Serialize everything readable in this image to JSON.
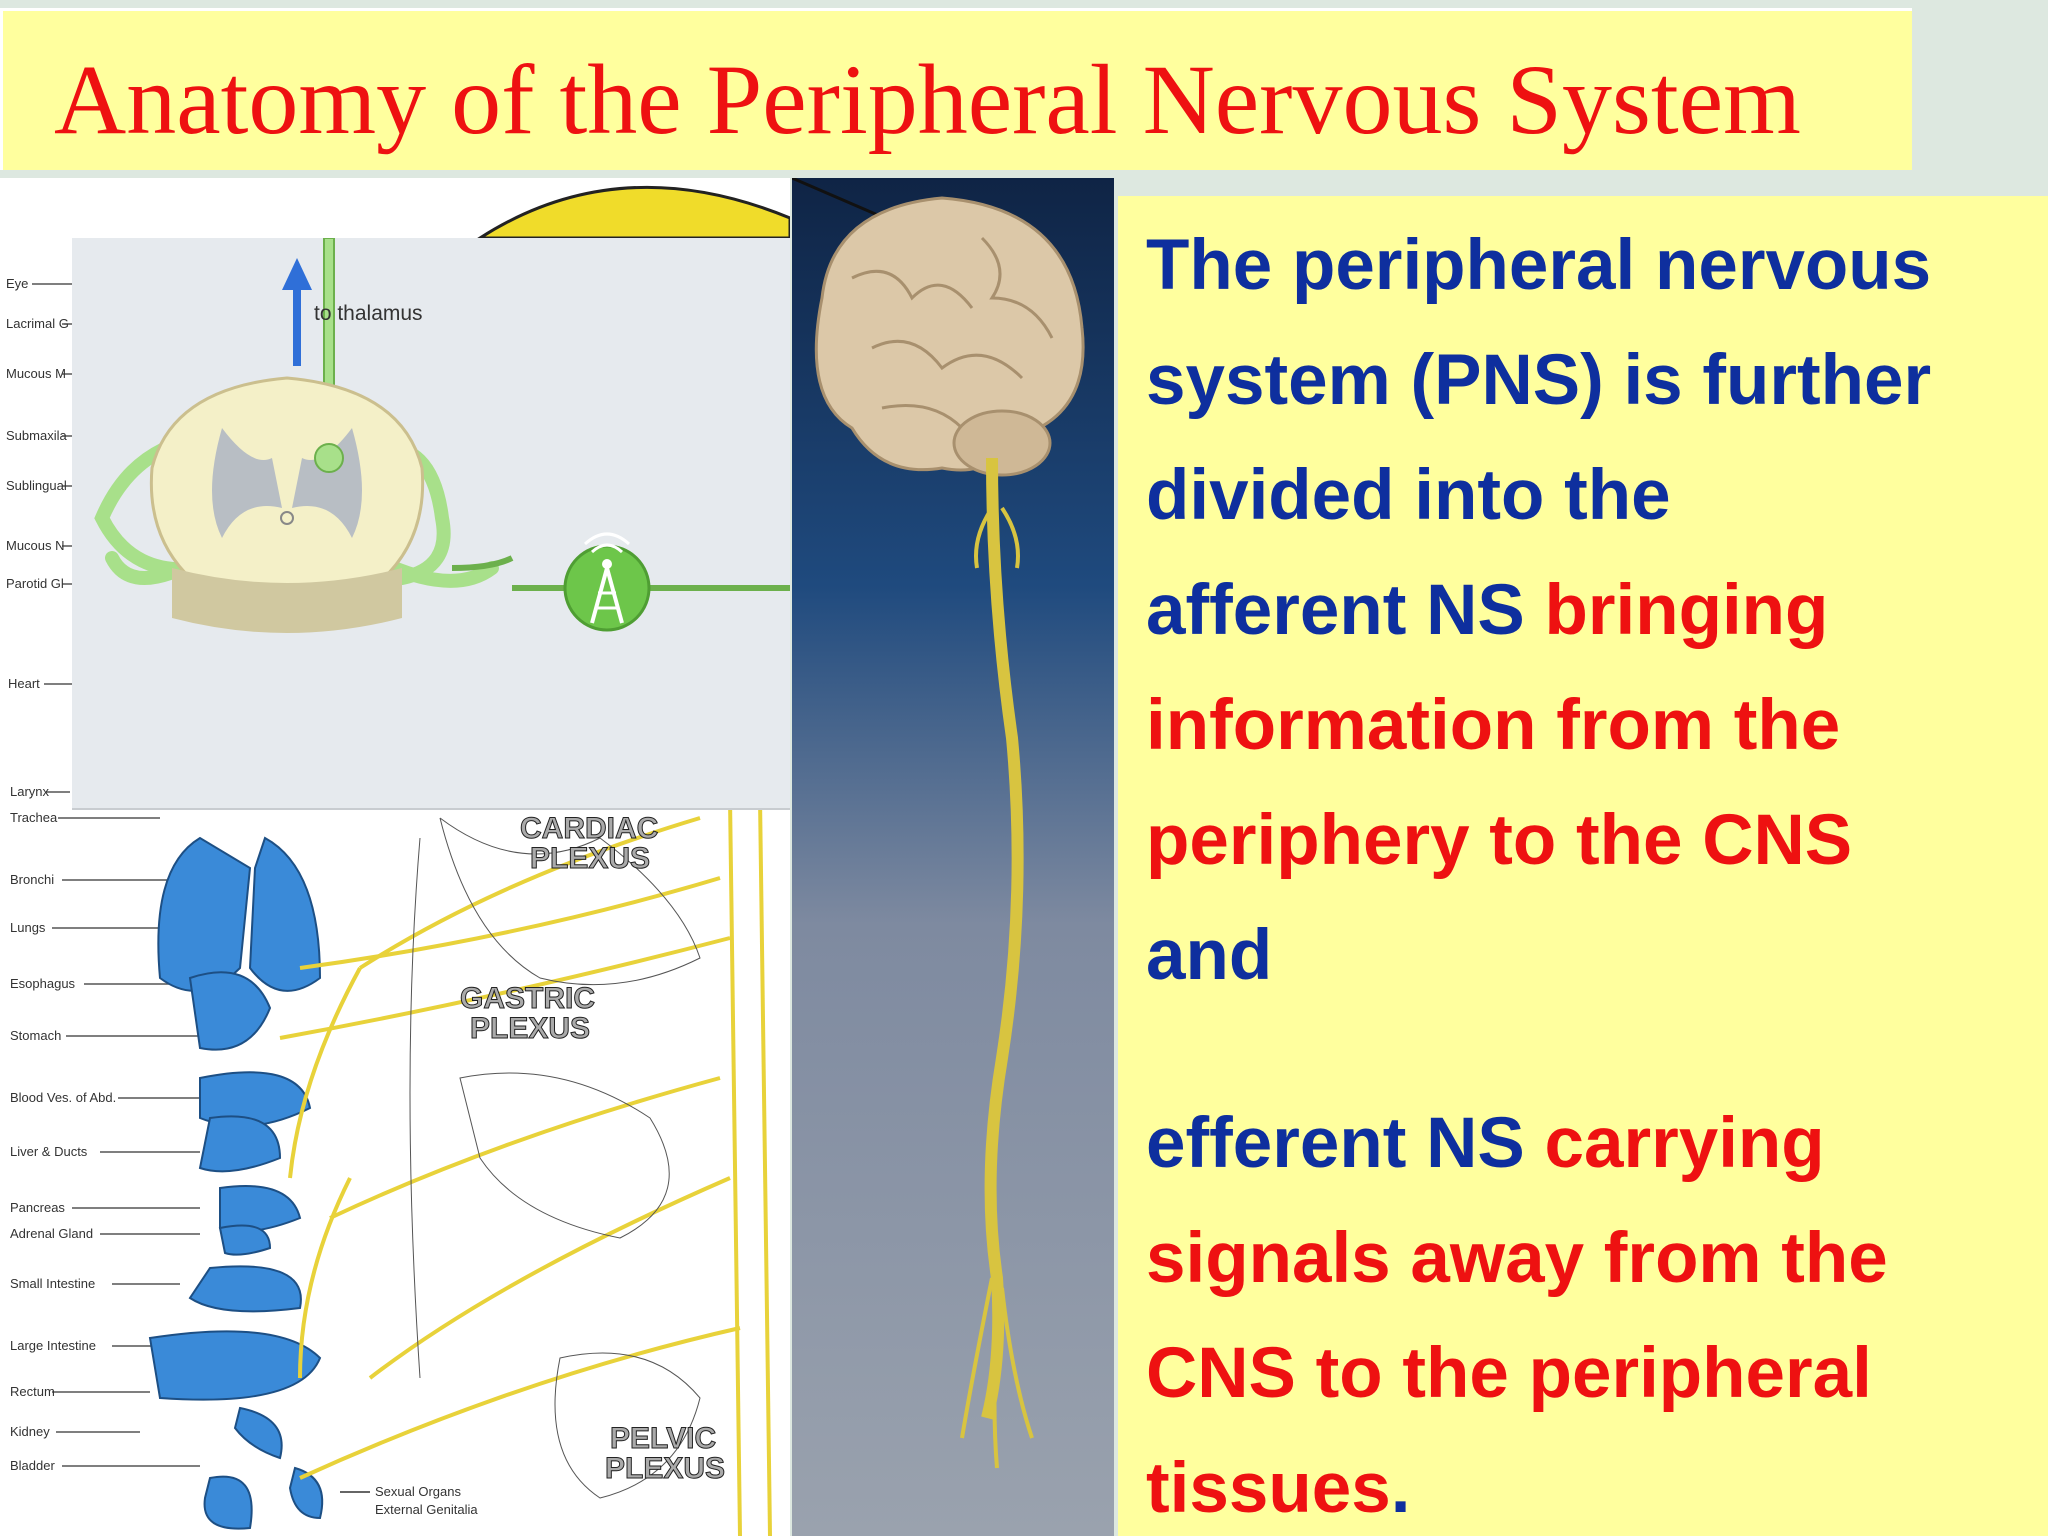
{
  "title": "Anatomy of the Peripheral Nervous System",
  "body": {
    "para1": {
      "line1": "The peripheral nervous",
      "line2": "system (PNS) is further",
      "line3": "divided into the",
      "line4_blue": "afferent NS",
      "line4_red": " bringing",
      "line5": "information from the",
      "line6": "periphery to the CNS",
      "line7": "and"
    },
    "para2": {
      "line1_blue": "efferent NS",
      "line1_red": " carrying",
      "line2": "signals away from the",
      "line3": "CNS to the peripheral",
      "line4_red": "tissues",
      "line4_blue": "."
    }
  },
  "figure": {
    "inset_label": "to thalamus",
    "organ_labels": [
      "Eye",
      "Lacrimal G",
      "Mucous M",
      "Submaxila",
      "Sublingual",
      "Mucous N",
      "Parotid Gl",
      "Heart",
      "Larynx",
      "Trachea",
      "Bronchi",
      "Lungs",
      "Esophagus",
      "Stomach",
      "Blood Ves. of Abd.",
      "Liver & Ducts",
      "Pancreas",
      "Adrenal Gland",
      "Small Intestine",
      "Large Intestine",
      "Rectum",
      "Kidney",
      "Bladder"
    ],
    "sexual_label_1": "Sexual Organs",
    "sexual_label_2": "External Genitalia",
    "plexus": {
      "cardiac_1": "CARDIAC",
      "cardiac_2": "PLEXUS",
      "gastric_1": "GASTRIC",
      "gastric_2": "PLEXUS",
      "pelvic_1": "PELVIC",
      "pelvic_2": "PLEXUS"
    }
  },
  "colors": {
    "title": "#ee1111",
    "panel": "#ffff9e",
    "blue_text": "#0e2f9e",
    "red_text": "#ee1111",
    "nerve": "#e8d23a",
    "organ": "#3a8ad8"
  },
  "icons": {
    "inset_node": "radio-tower-icon",
    "arrow": "arrow-up-icon"
  }
}
